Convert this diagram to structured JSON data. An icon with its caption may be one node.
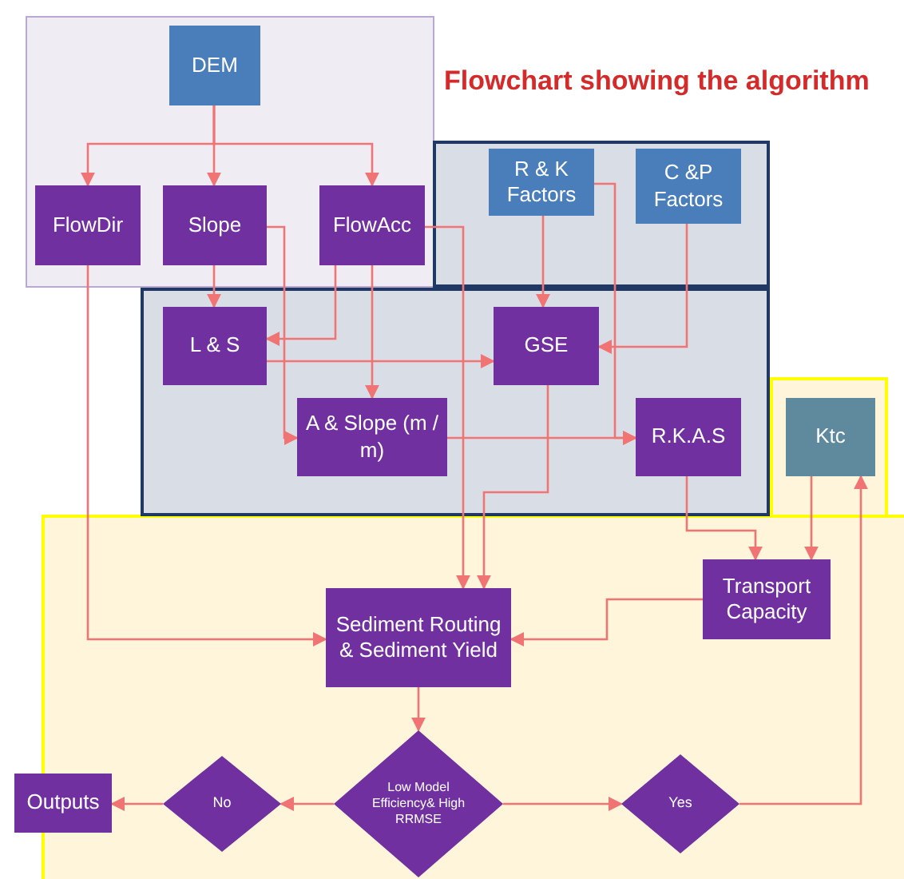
{
  "diagram": {
    "title": "Flowchart showing the algorithm",
    "nodes": [
      {
        "text": [
          "DEM"
        ]
      },
      {
        "text": [
          "FlowDir"
        ]
      },
      {
        "text": [
          "Slope"
        ]
      },
      {
        "text": [
          "FlowAcc"
        ]
      },
      {
        "text": [
          "R & K Factors"
        ]
      },
      {
        "text": [
          "C &P Factors"
        ]
      },
      {
        "text": [
          "L & S"
        ]
      },
      {
        "text": [
          "GSE"
        ]
      },
      {
        "text": [
          "A & Slope (m / m)"
        ]
      },
      {
        "text": [
          "R.K.A.S"
        ]
      },
      {
        "text": [
          "Ktc"
        ]
      },
      {
        "text": [
          "Transport Capacity"
        ]
      },
      {
        "text": [
          "Sediment Routing & Sediment Yield"
        ]
      },
      {
        "text": [
          "Low Model Efficiency& High RRMSE"
        ]
      },
      {
        "text": [
          "No"
        ]
      },
      {
        "text": [
          "Outputs"
        ]
      },
      {
        "text": [
          "Yes"
        ]
      }
    ],
    "edges": [
      {
        "from": 0,
        "to": 1,
        "arrow": "to"
      },
      {
        "from": 0,
        "to": 2,
        "arrow": "to"
      },
      {
        "from": 0,
        "to": 3,
        "arrow": "to"
      },
      {
        "from": 2,
        "to": 6,
        "arrow": "to"
      },
      {
        "from": 3,
        "to": 6,
        "arrow": "to"
      },
      {
        "from": 6,
        "to": 7,
        "arrow": "to"
      },
      {
        "from": 2,
        "to": 8,
        "arrow": "to"
      },
      {
        "from": 3,
        "to": 8,
        "arrow": "to"
      },
      {
        "from": 3,
        "to": 12,
        "arrow": "to"
      },
      {
        "from": 7,
        "to": 12,
        "arrow": "to"
      },
      {
        "from": 4,
        "to": 7,
        "arrow": "to"
      },
      {
        "from": 4,
        "to": 9,
        "arrow": "to"
      },
      {
        "from": 5,
        "to": 7,
        "arrow": "to"
      },
      {
        "from": 8,
        "to": 9,
        "arrow": "to"
      },
      {
        "from": 9,
        "to": 11,
        "arrow": "to"
      },
      {
        "from": 10,
        "to": 11,
        "arrow": "to"
      },
      {
        "from": 11,
        "to": 12,
        "arrow": "to"
      },
      {
        "from": 1,
        "to": 12,
        "arrow": "to"
      },
      {
        "from": 12,
        "to": 13,
        "arrow": "to"
      },
      {
        "from": 13,
        "to": 14,
        "arrow": "to"
      },
      {
        "from": 14,
        "to": 15,
        "arrow": "to"
      },
      {
        "from": 13,
        "to": 16,
        "arrow": "to"
      },
      {
        "from": 16,
        "to": 10,
        "arrow": "to"
      }
    ]
  }
}
